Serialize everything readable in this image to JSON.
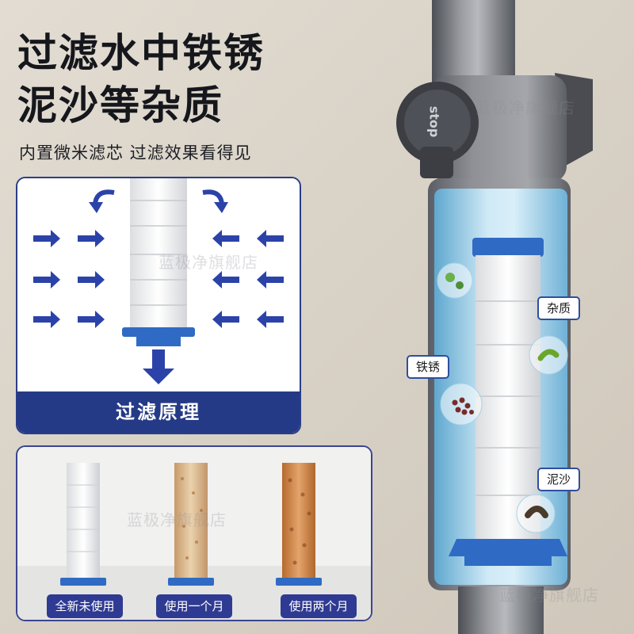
{
  "headline": {
    "line1": "过滤水中铁锈",
    "line2": "泥沙等杂质",
    "subline": "内置微米滤芯 过滤效果看得见"
  },
  "principle": {
    "footer_label": "过滤原理"
  },
  "comparison": {
    "new_label": "全新未使用",
    "month1_label": "使用一个月",
    "month2_label": "使用两个月"
  },
  "callouts": {
    "impurities": "杂质",
    "rust": "铁锈",
    "silt": "泥沙"
  },
  "product": {
    "button_label": "stop"
  },
  "watermark": {
    "text": "蓝极净旗舰店"
  },
  "colors": {
    "accent_blue": "#253a86",
    "arrow_blue": "#2b43a8",
    "cartridge_cap": "#2f6bc4",
    "rust_orange": "#c98a4a"
  }
}
